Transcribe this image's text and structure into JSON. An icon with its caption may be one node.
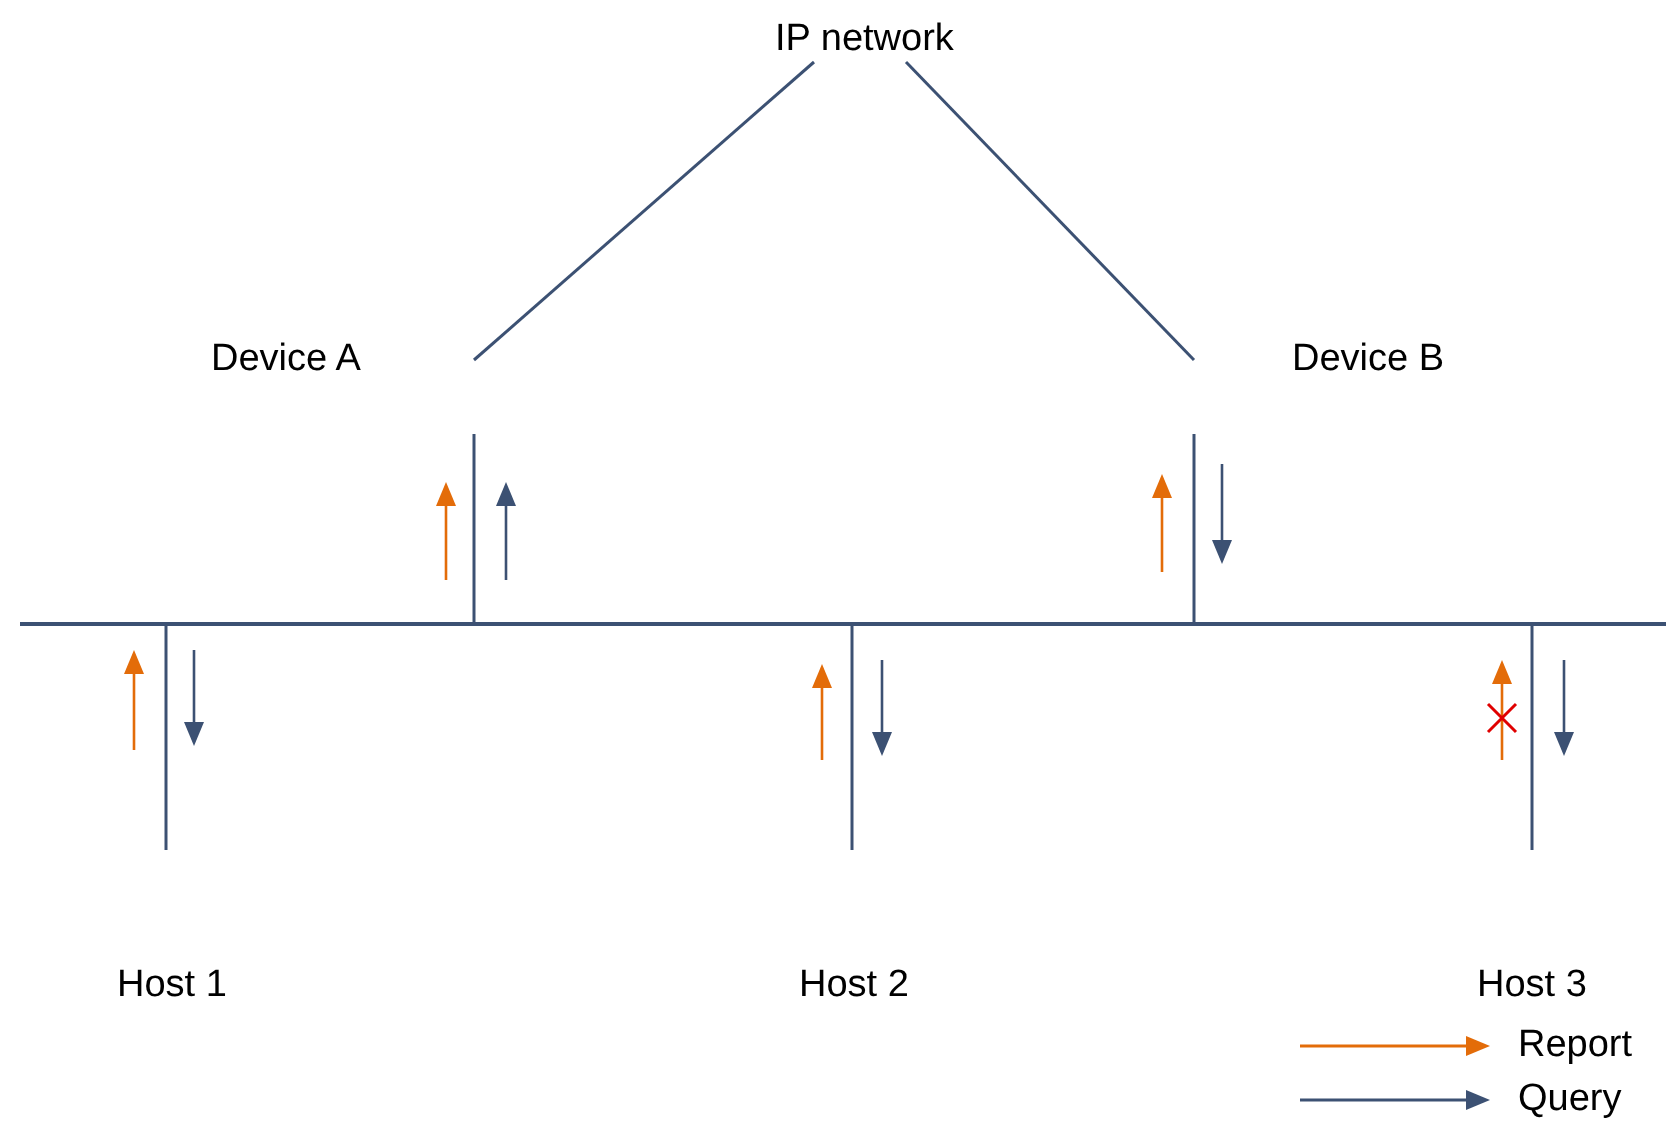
{
  "diagram": {
    "nodes": [
      {
        "text": [
          "IP network"
        ]
      },
      {
        "text": [
          "Device A"
        ]
      },
      {
        "text": [
          "Device B"
        ]
      },
      {
        "text": [],
        "shape": "bar"
      },
      {
        "text": [
          "Host 1"
        ]
      },
      {
        "text": [
          "Host 2"
        ]
      },
      {
        "text": [
          "Host 3"
        ]
      }
    ],
    "edges": [
      {
        "from": 0,
        "to": 1,
        "arrow": "none"
      },
      {
        "from": 0,
        "to": 2,
        "arrow": "none"
      },
      {
        "from": 1,
        "to": 3,
        "arrow": "none"
      },
      {
        "from": 2,
        "to": 3,
        "arrow": "none"
      },
      {
        "from": 3,
        "to": 4,
        "arrow": "none"
      },
      {
        "from": 3,
        "to": 5,
        "arrow": "none"
      },
      {
        "from": 3,
        "to": 6,
        "arrow": "none"
      }
    ],
    "legend": [
      {
        "text": "Report"
      },
      {
        "text": "Query"
      }
    ]
  }
}
